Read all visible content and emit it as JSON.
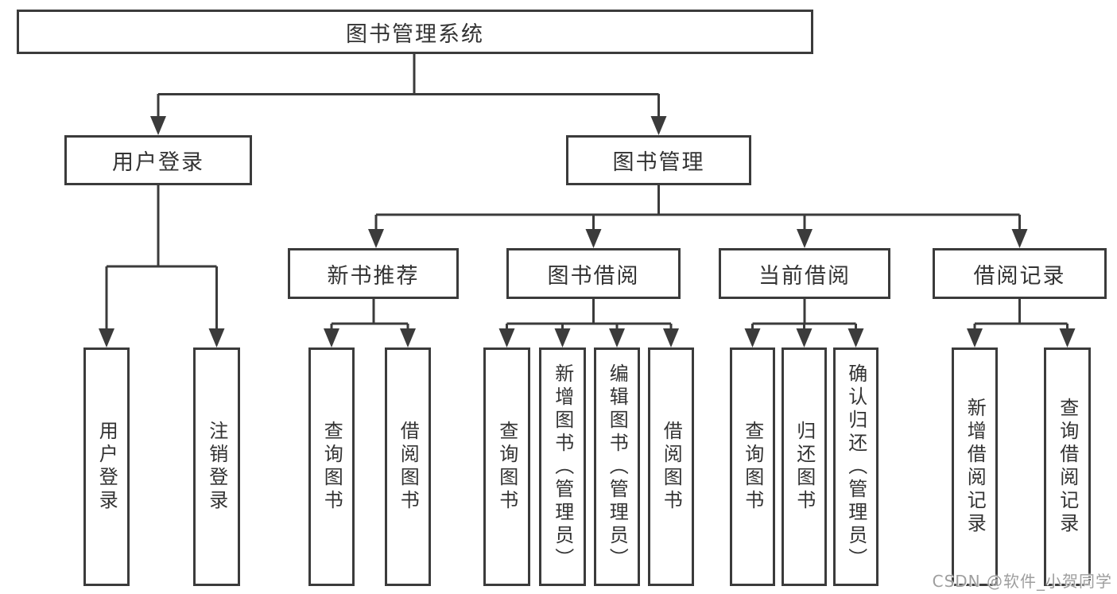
{
  "diagram": {
    "root": {
      "label": "图书管理系统"
    },
    "branches": [
      {
        "label": "用户登录",
        "children": [
          "用户登录",
          "注销登录"
        ]
      },
      {
        "label": "图书管理",
        "sections": [
          {
            "label": "新书推荐",
            "children": [
              "查询图书",
              "借阅图书"
            ]
          },
          {
            "label": "图书借阅",
            "children": [
              "查询图书",
              "新增图书（管理员）",
              "编辑图书（管理员）",
              "借阅图书"
            ]
          },
          {
            "label": "当前借阅",
            "children": [
              "查询图书",
              "归还图书",
              "确认归还（管理员）"
            ]
          },
          {
            "label": "借阅记录",
            "children": [
              "新增借阅记录",
              "查询借阅记录"
            ]
          }
        ]
      }
    ]
  },
  "watermark": {
    "label": "CSDN @软件_小贺同学"
  },
  "colors": {
    "line": "#3b3b3b",
    "box_border": "#3b3b3b",
    "text": "#333333",
    "watermark_text": "#9e9e9e",
    "background": "#ffffff"
  }
}
